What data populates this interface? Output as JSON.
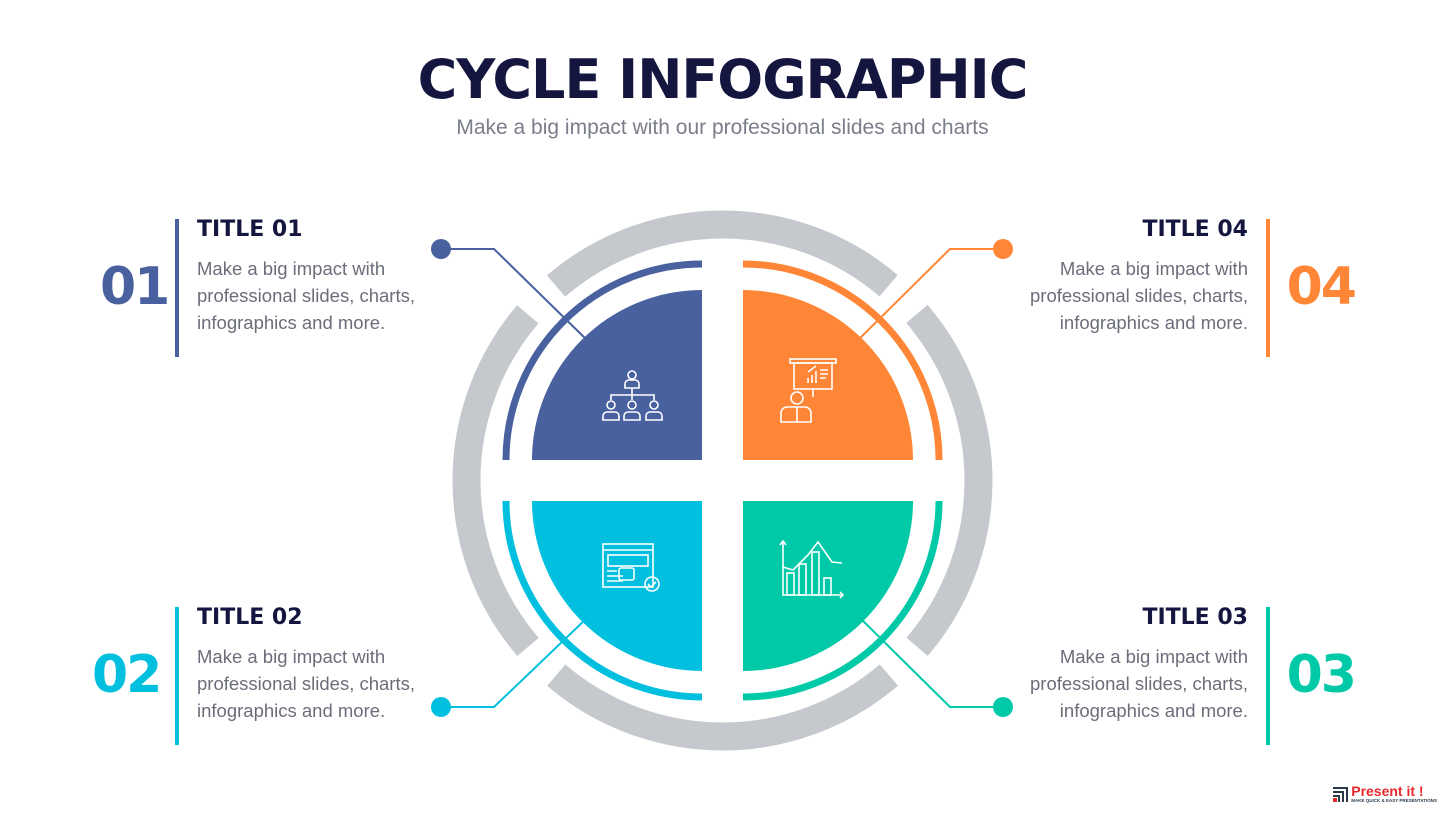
{
  "header": {
    "title": "CYCLE INFOGRAPHIC",
    "subtitle": "Make a big impact with our professional slides and charts"
  },
  "colors": {
    "blue": "#4a61a0",
    "cyan": "#00bfdf",
    "teal": "#00c9a7",
    "orange": "#ff8636",
    "gray": "#c5c8cc",
    "navy": "#14163f"
  },
  "steps": [
    {
      "number": "01",
      "title": "TITLE 01",
      "text": "Make a big impact with professional slides, charts, infographics and more.",
      "icon": "org-chart-icon"
    },
    {
      "number": "02",
      "title": "TITLE 02",
      "text": "Make a big impact with professional slides, charts, infographics and more.",
      "icon": "web-settings-icon"
    },
    {
      "number": "03",
      "title": "TITLE 03",
      "text": "Make a big impact with professional slides, charts, infographics and more.",
      "icon": "bar-chart-icon"
    },
    {
      "number": "04",
      "title": "TITLE 04",
      "text": "Make a big impact with professional slides, charts, infographics and more.",
      "icon": "presentation-icon"
    }
  ],
  "logo": {
    "name": "Present it !",
    "tagline": "MAKE QUICK & EASY PRESENTATIONS"
  }
}
